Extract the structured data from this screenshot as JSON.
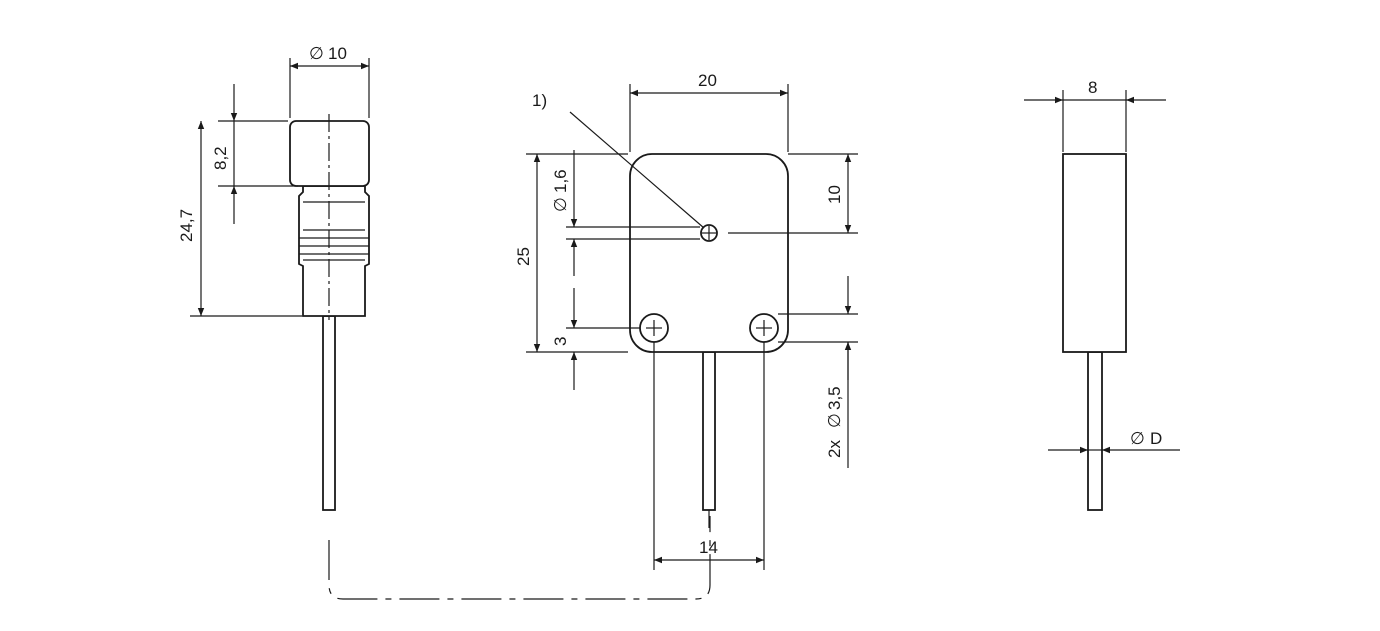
{
  "left_view": {
    "diameter_label": "10",
    "height_top_label": "8,2",
    "height_total_label": "24,7"
  },
  "front_view": {
    "note_label": "1)",
    "width_label": "20",
    "top_offset_label": "10",
    "hole_diameter_label": "1,6",
    "height_label": "25",
    "bottom_offset_label": "3",
    "mount_holes_label": "2x",
    "mount_hole_diameter_label": "3,5",
    "pin_spacing_label": "14"
  },
  "side_view": {
    "thickness_label": "8",
    "cable_diameter_label": "D"
  },
  "symbols": {
    "diameter": "∅"
  }
}
